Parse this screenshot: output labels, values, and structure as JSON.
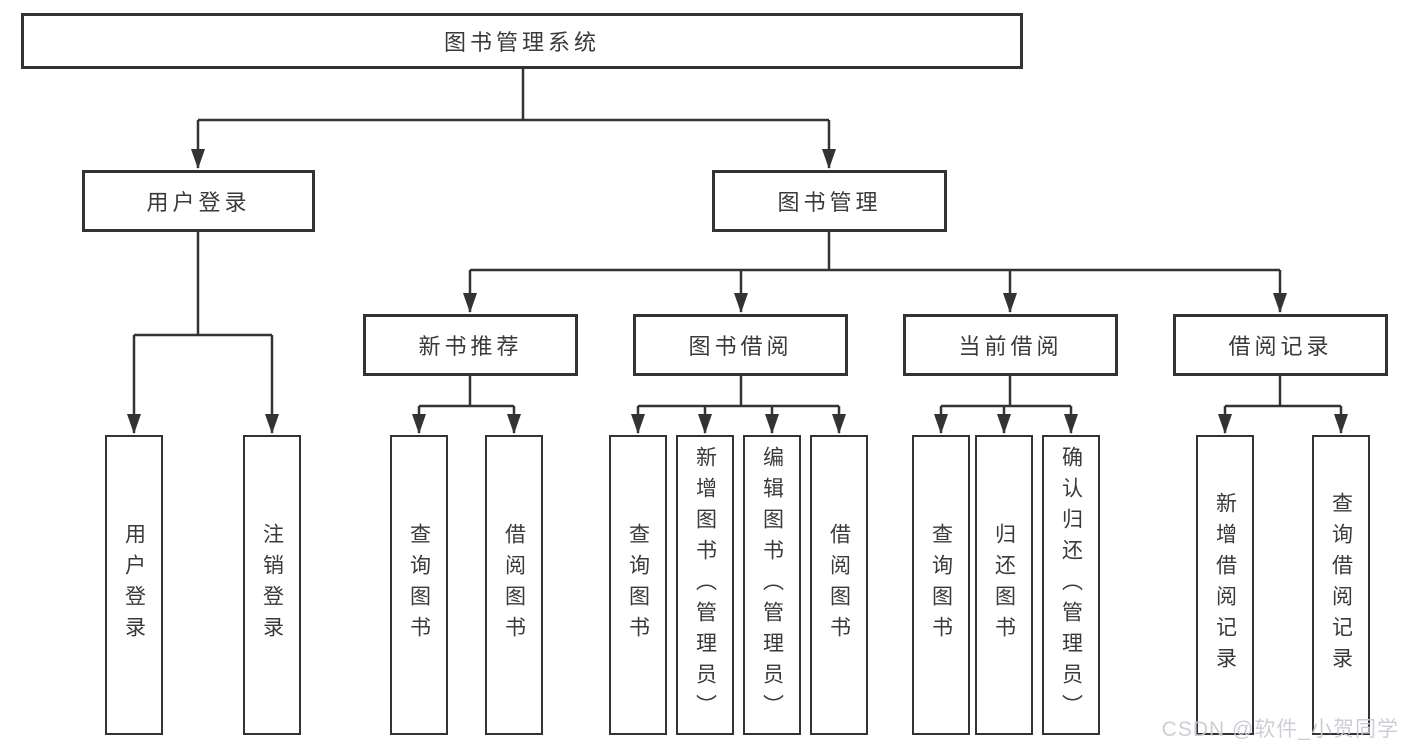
{
  "diagram": {
    "root": "图书管理系统",
    "user_login": {
      "label": "用户登录",
      "children": [
        "用户登录",
        "注销登录"
      ]
    },
    "book_mgmt": {
      "label": "图书管理",
      "modules": [
        {
          "label": "新书推荐",
          "children": [
            "查询图书",
            "借阅图书"
          ]
        },
        {
          "label": "图书借阅",
          "children": [
            "查询图书",
            "新增图书（管理员）",
            "编辑图书（管理员）",
            "借阅图书"
          ]
        },
        {
          "label": "当前借阅",
          "children": [
            "查询图书",
            "归还图书",
            "确认归还（管理员）"
          ]
        },
        {
          "label": "借阅记录",
          "children": [
            "新增借阅记录",
            "查询借阅记录"
          ]
        }
      ]
    }
  },
  "watermark": "CSDN @软件_小贺同学",
  "colors": {
    "line": "#333333",
    "text": "#3a3a3a",
    "background": "#ffffff",
    "watermark": "#c9cdd2"
  }
}
